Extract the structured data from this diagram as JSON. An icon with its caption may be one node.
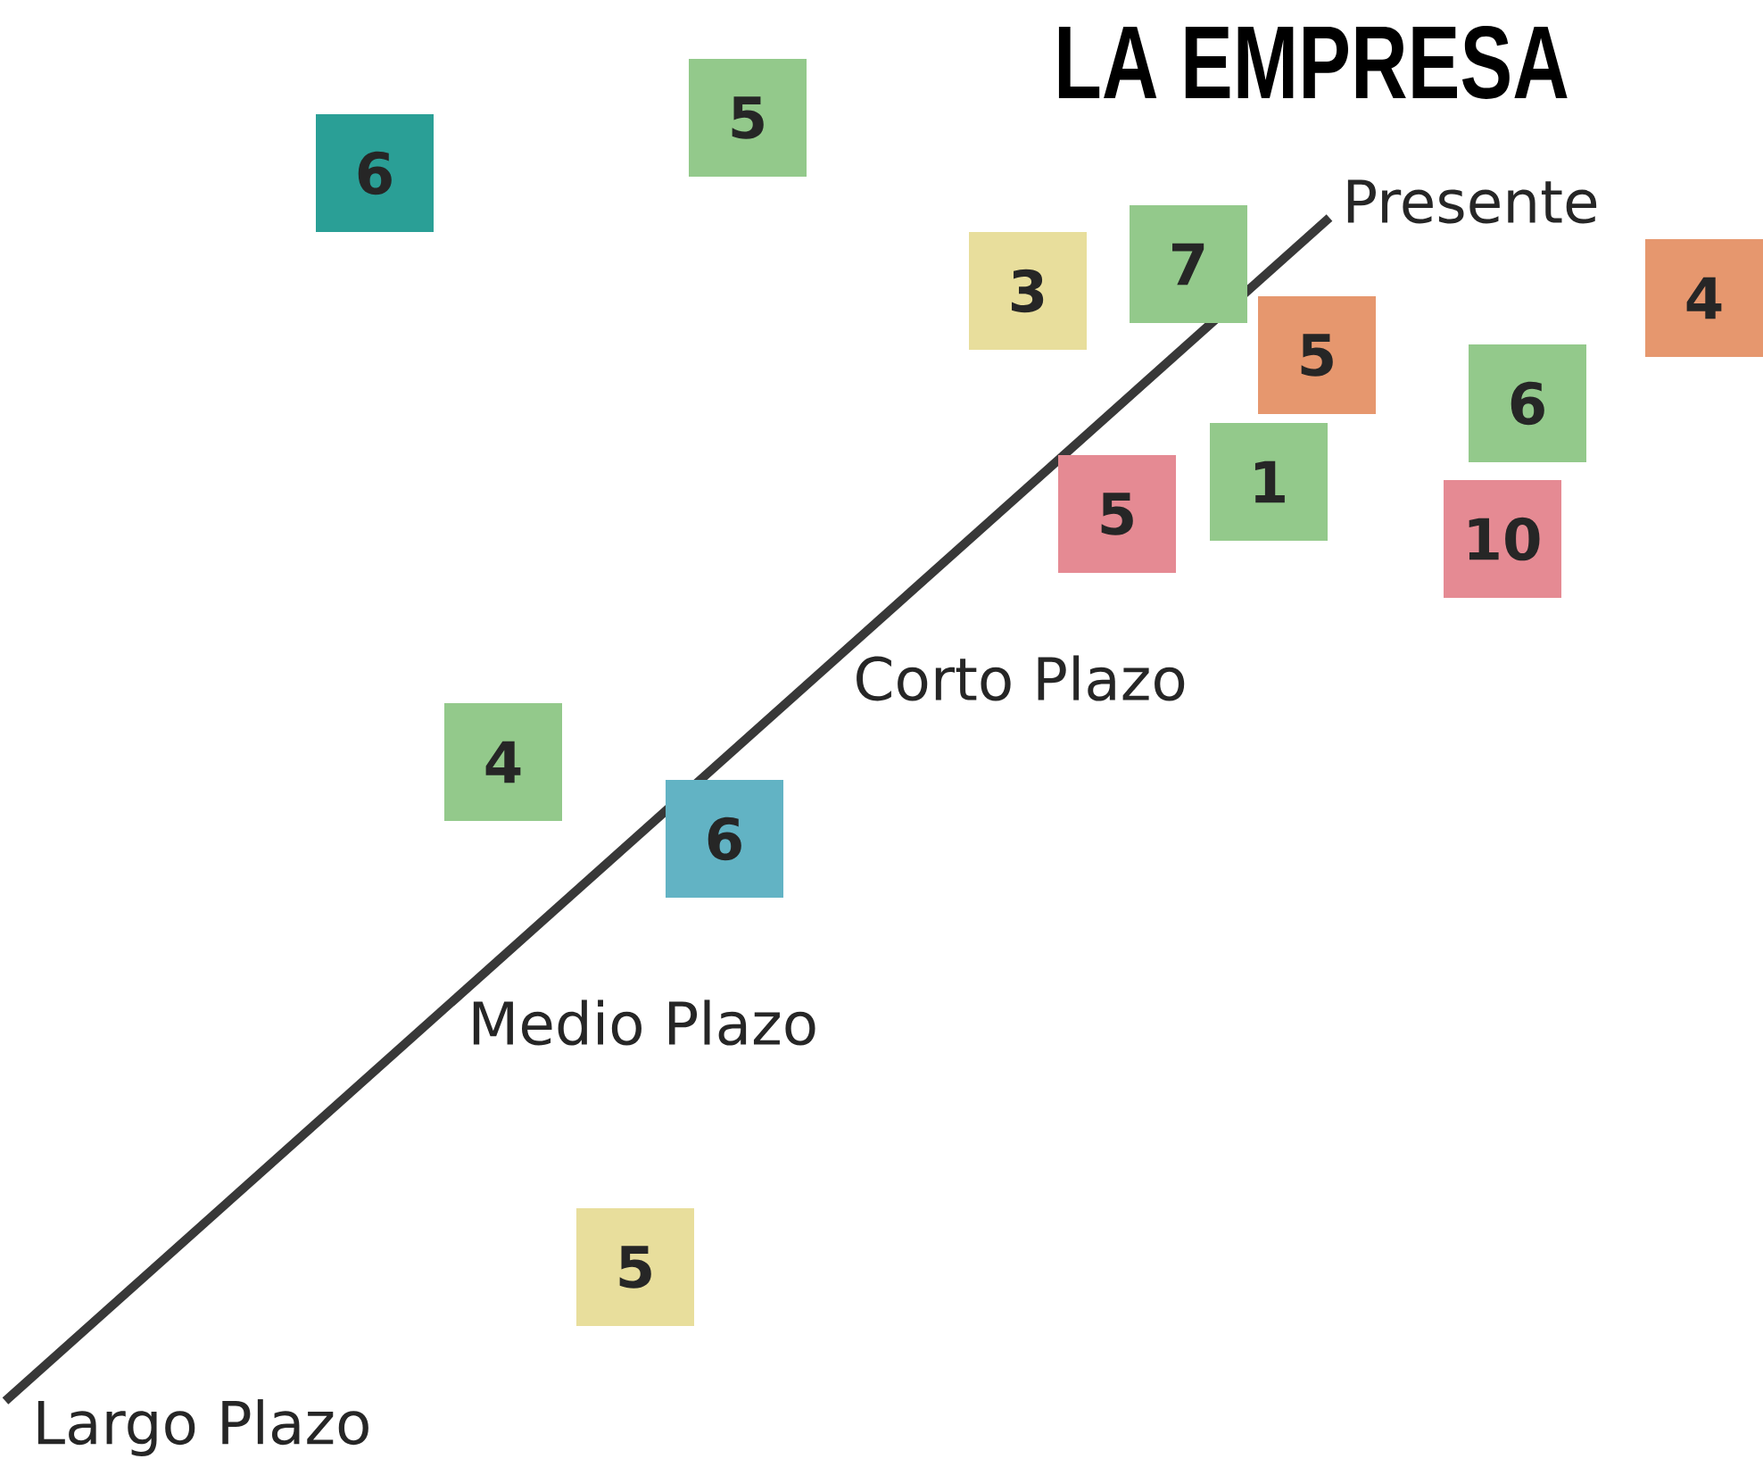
{
  "diagram": {
    "title": "LA EMPRESA",
    "nodes": [
      {
        "text": [
          "5"
        ]
      },
      {
        "text": [
          "6"
        ]
      },
      {
        "text": [
          "7"
        ]
      },
      {
        "text": [
          "3"
        ]
      },
      {
        "text": [
          "4"
        ]
      },
      {
        "text": [
          "5"
        ]
      },
      {
        "text": [
          "6"
        ]
      },
      {
        "text": [
          "1"
        ]
      },
      {
        "text": [
          "5"
        ]
      },
      {
        "text": [
          "10"
        ]
      },
      {
        "text": [
          "4"
        ]
      },
      {
        "text": [
          "6"
        ]
      },
      {
        "text": [
          "5"
        ]
      }
    ],
    "labels": [
      "Presente",
      "Corto Plazo",
      "Medio Plazo",
      "Largo Plazo"
    ]
  }
}
